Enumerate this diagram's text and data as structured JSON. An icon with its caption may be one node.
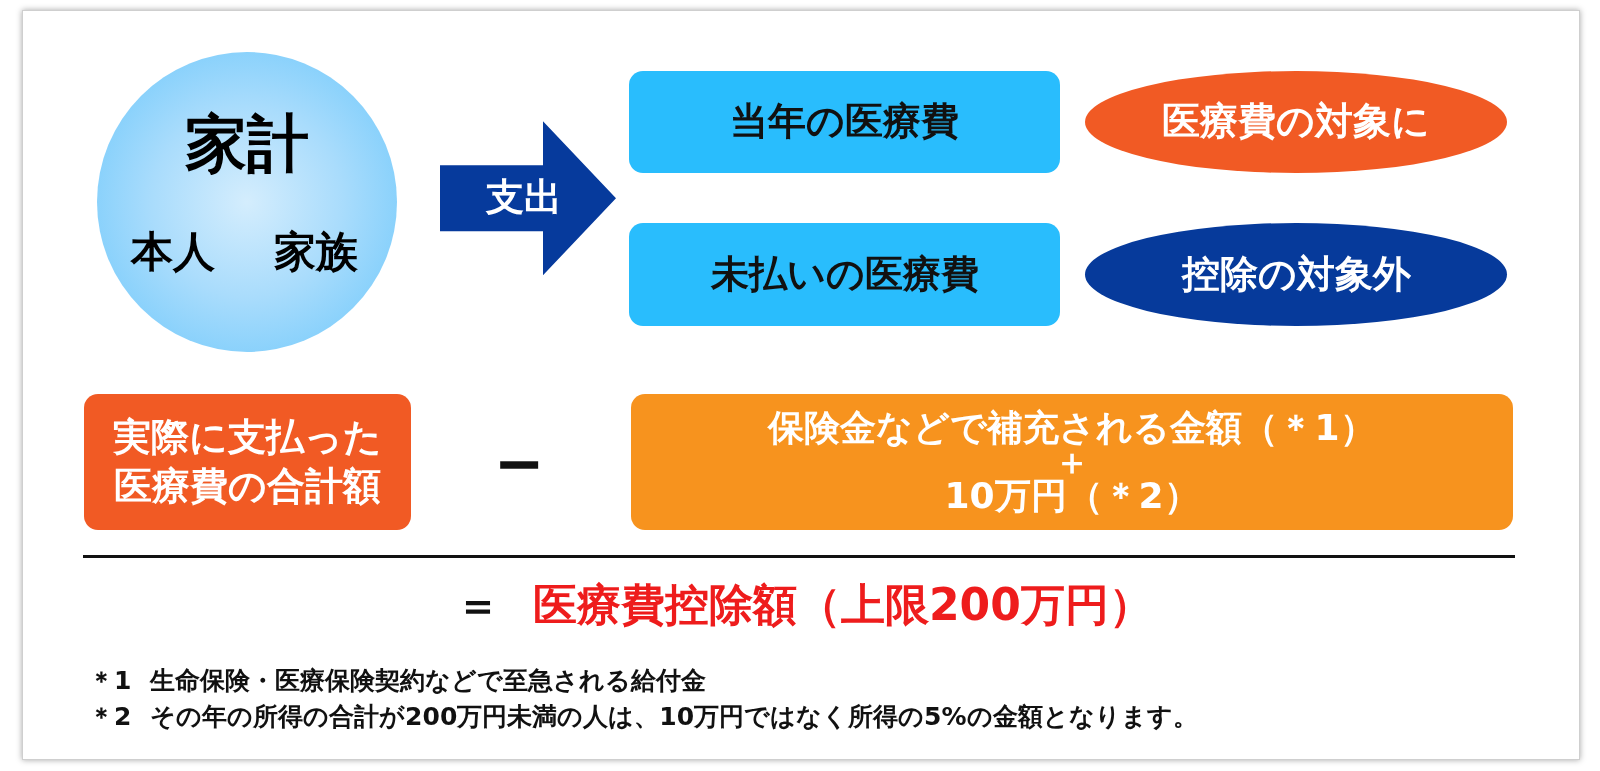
{
  "diagram": {
    "nodes": [
      {
        "text": [
          "家計",
          "本人",
          "家族"
        ]
      },
      {
        "text": [
          "当年の医療費"
        ]
      },
      {
        "text": [
          "未払いの医療費"
        ]
      },
      {
        "text": [
          "医療費の対象に"
        ]
      },
      {
        "text": [
          "控除の対象外"
        ]
      },
      {
        "text": [
          "実際に支払った医療費の合計額"
        ]
      },
      {
        "text": [
          "保険金などで補充される金額（＊1）",
          "＋",
          "10万円（＊2）"
        ]
      }
    ],
    "edges": [
      {
        "from": 0,
        "to": 1,
        "arrow": "to",
        "label": "支出"
      },
      {
        "from": 0,
        "to": 2,
        "arrow": "to"
      }
    ],
    "labels": [
      "－",
      "＝",
      "医療費控除額（上限200万円）",
      "＊1 生命保険・医療保険契約などで至急される給付金",
      "＊2 その年の所得の合計が200万円未満の人は、10万円ではなく所得の5%の金額となります。"
    ]
  }
}
